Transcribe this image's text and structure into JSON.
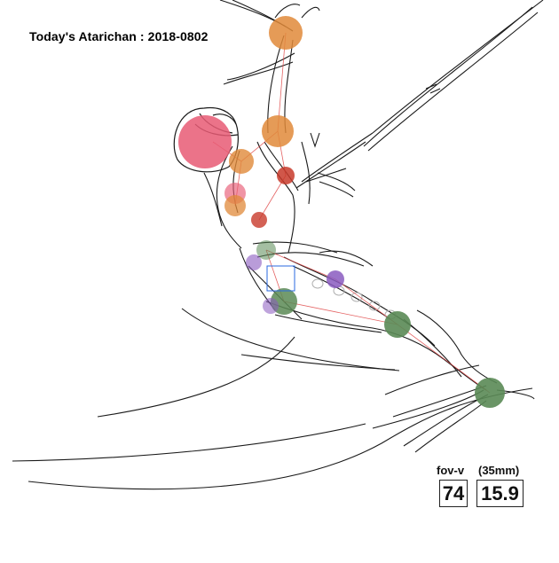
{
  "title": "Today's Atarichan : 2018-0802",
  "camera": {
    "fov_label": "fov-v",
    "fov_value": "74",
    "focal_label": "(35mm)",
    "focal_value": "15.9"
  },
  "colors": {
    "stroke": "#1a1a1a",
    "head_joint": "#e85a74",
    "arm_joint": "#e08a3a",
    "shoulder_joint": "#c83a2a",
    "hip_joint": "#8a5ac0",
    "leg_joint": "#5a8a55",
    "bone_line": "#e04848",
    "selection": "#2a6ae0"
  }
}
